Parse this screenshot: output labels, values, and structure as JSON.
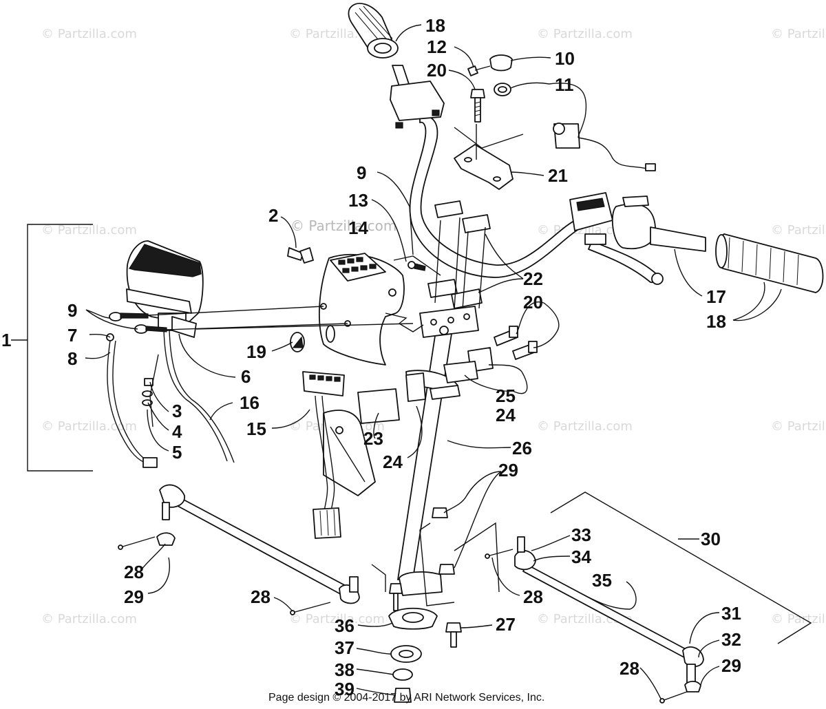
{
  "watermark": {
    "text": "© Partzilla.com",
    "overlay_text": "© Partzilla.com"
  },
  "footer": {
    "text": "Page design © 2004-2017 by ARI Network Services, Inc."
  },
  "callouts": [
    {
      "id": "c1",
      "label": "1"
    },
    {
      "id": "c2",
      "label": "2"
    },
    {
      "id": "c3",
      "label": "3"
    },
    {
      "id": "c4",
      "label": "4"
    },
    {
      "id": "c5",
      "label": "5"
    },
    {
      "id": "c6",
      "label": "6"
    },
    {
      "id": "c7",
      "label": "7"
    },
    {
      "id": "c8",
      "label": "8"
    },
    {
      "id": "c9a",
      "label": "9"
    },
    {
      "id": "c9b",
      "label": "9"
    },
    {
      "id": "c10",
      "label": "10"
    },
    {
      "id": "c11",
      "label": "11"
    },
    {
      "id": "c12",
      "label": "12"
    },
    {
      "id": "c13",
      "label": "13"
    },
    {
      "id": "c14",
      "label": "14"
    },
    {
      "id": "c15",
      "label": "15"
    },
    {
      "id": "c16",
      "label": "16"
    },
    {
      "id": "c17",
      "label": "17"
    },
    {
      "id": "c18a",
      "label": "18"
    },
    {
      "id": "c18b",
      "label": "18"
    },
    {
      "id": "c19",
      "label": "19"
    },
    {
      "id": "c20a",
      "label": "20"
    },
    {
      "id": "c20b",
      "label": "20"
    },
    {
      "id": "c21",
      "label": "21"
    },
    {
      "id": "c22",
      "label": "22"
    },
    {
      "id": "c23",
      "label": "23"
    },
    {
      "id": "c24a",
      "label": "24"
    },
    {
      "id": "c24b",
      "label": "24"
    },
    {
      "id": "c25",
      "label": "25"
    },
    {
      "id": "c26",
      "label": "26"
    },
    {
      "id": "c27",
      "label": "27"
    },
    {
      "id": "c28a",
      "label": "28"
    },
    {
      "id": "c28b",
      "label": "28"
    },
    {
      "id": "c28c",
      "label": "28"
    },
    {
      "id": "c28d",
      "label": "28"
    },
    {
      "id": "c29a",
      "label": "29"
    },
    {
      "id": "c29b",
      "label": "29"
    },
    {
      "id": "c29c",
      "label": "29"
    },
    {
      "id": "c30",
      "label": "30"
    },
    {
      "id": "c31",
      "label": "31"
    },
    {
      "id": "c32",
      "label": "32"
    },
    {
      "id": "c33",
      "label": "33"
    },
    {
      "id": "c34",
      "label": "34"
    },
    {
      "id": "c35",
      "label": "35"
    },
    {
      "id": "c36",
      "label": "36"
    },
    {
      "id": "c37",
      "label": "37"
    },
    {
      "id": "c38",
      "label": "38"
    },
    {
      "id": "c39",
      "label": "39"
    }
  ]
}
